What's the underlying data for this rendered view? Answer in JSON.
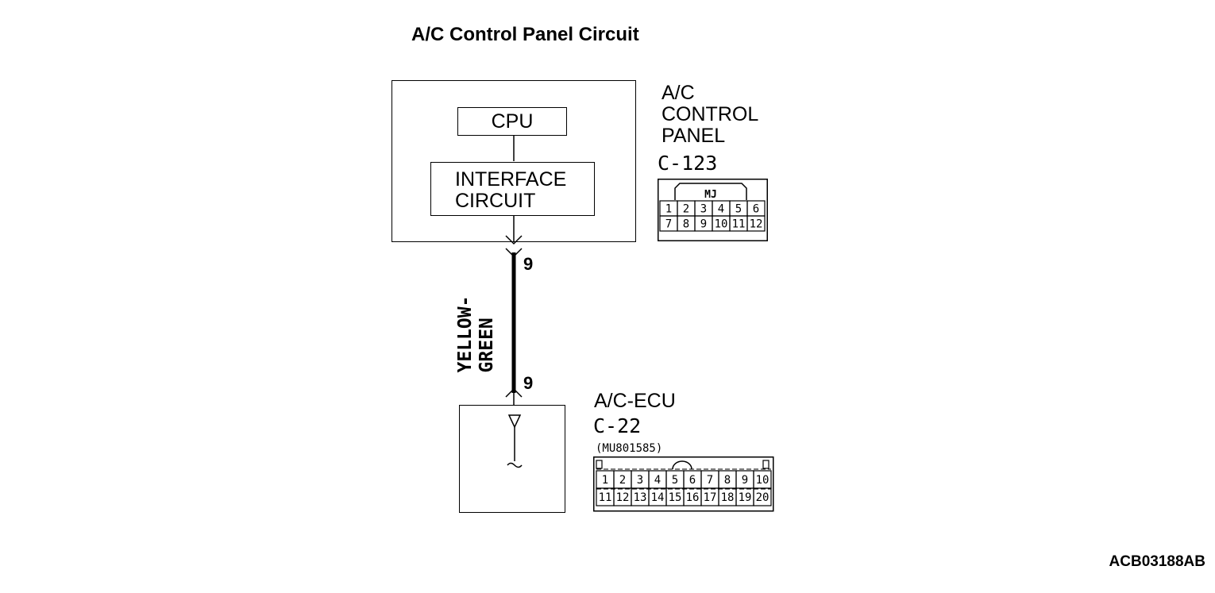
{
  "title": "A/C Control Panel Circuit",
  "panel": {
    "name_lines": [
      "A/C",
      "CONTROL",
      "PANEL"
    ],
    "connector_id": "C-123",
    "connector_code": "MJ",
    "pins_row1": [
      "1",
      "2",
      "3",
      "4",
      "5",
      "6"
    ],
    "pins_row2": [
      "7",
      "8",
      "9",
      "10",
      "11",
      "12"
    ],
    "cpu_label": "CPU",
    "interface_lines": [
      "INTERFACE",
      "CIRCUIT"
    ]
  },
  "wire": {
    "color_lines": [
      "YELLOW-",
      "GREEN"
    ],
    "pin_top": "9",
    "pin_bottom": "9"
  },
  "ecu": {
    "name": "A/C-ECU",
    "connector_id": "C-22",
    "part_number": "(MU801585)",
    "pins_row1": [
      "1",
      "2",
      "3",
      "4",
      "5",
      "6",
      "7",
      "8",
      "9",
      "10"
    ],
    "pins_row2": [
      "11",
      "12",
      "13",
      "14",
      "15",
      "16",
      "17",
      "18",
      "19",
      "20"
    ]
  },
  "doc_id": "ACB03188AB"
}
